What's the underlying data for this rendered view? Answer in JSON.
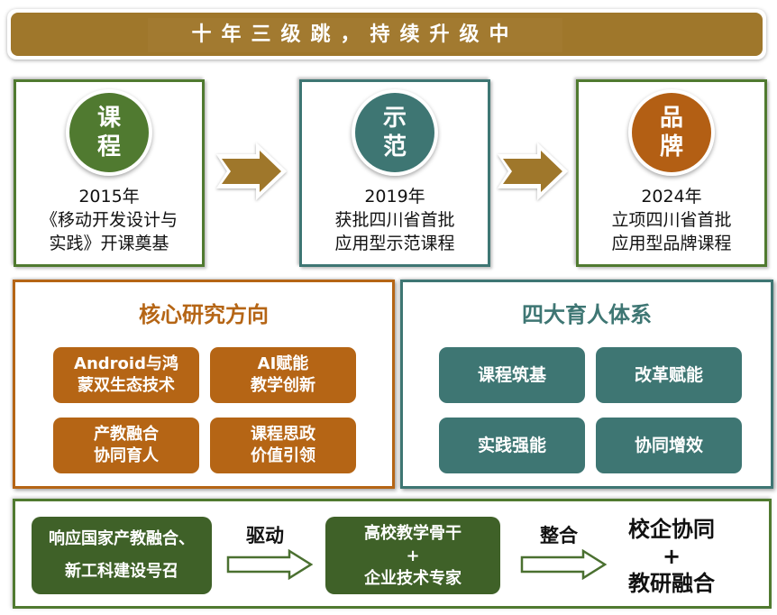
{
  "banner": {
    "title": "十年三级跳，持续升级中"
  },
  "stages": [
    {
      "badge_lines": [
        "课",
        "程"
      ],
      "badge_color": "#507a30",
      "border_color": "#507a30",
      "lines": [
        "2015年",
        "《移动开发设计与",
        "实践》开课奠基"
      ]
    },
    {
      "badge_lines": [
        "示",
        "范"
      ],
      "badge_color": "#3e7673",
      "border_color": "#3e7673",
      "lines": [
        "2019年",
        "获批四川省首批",
        "应用型示范课程"
      ]
    },
    {
      "badge_lines": [
        "品",
        "牌"
      ],
      "badge_color": "#b35f14",
      "border_color": "#507a30",
      "lines": [
        "2024年",
        "立项四川省首批",
        "应用型品牌课程"
      ]
    }
  ],
  "arrows": {
    "stage_arrow_color": "#9f772b",
    "flow_arrow_color": "#4a7030"
  },
  "research": {
    "title": "核心研究方向",
    "color": "#b56515",
    "items": [
      {
        "lines": [
          "Android与鸿",
          "蒙双生态技术"
        ]
      },
      {
        "lines": [
          "AI赋能",
          "教学创新"
        ]
      },
      {
        "lines": [
          "产教融合",
          "协同育人"
        ]
      },
      {
        "lines": [
          "课程思政",
          "价值引领"
        ]
      }
    ]
  },
  "education": {
    "title": "四大育人体系",
    "color": "#3e7673",
    "items": [
      "课程筑基",
      "改革赋能",
      "实践强能",
      "协同增效"
    ]
  },
  "flow": {
    "source_lines": [
      "响应国家产教融合、",
      "新工科建设号召"
    ],
    "drive_label": "驱动",
    "team_lines": [
      "高校教学骨干",
      "+",
      "企业技术专家"
    ],
    "integrate_label": "整合",
    "result_lines": [
      "校企协同",
      "+",
      "教研融合"
    ]
  }
}
